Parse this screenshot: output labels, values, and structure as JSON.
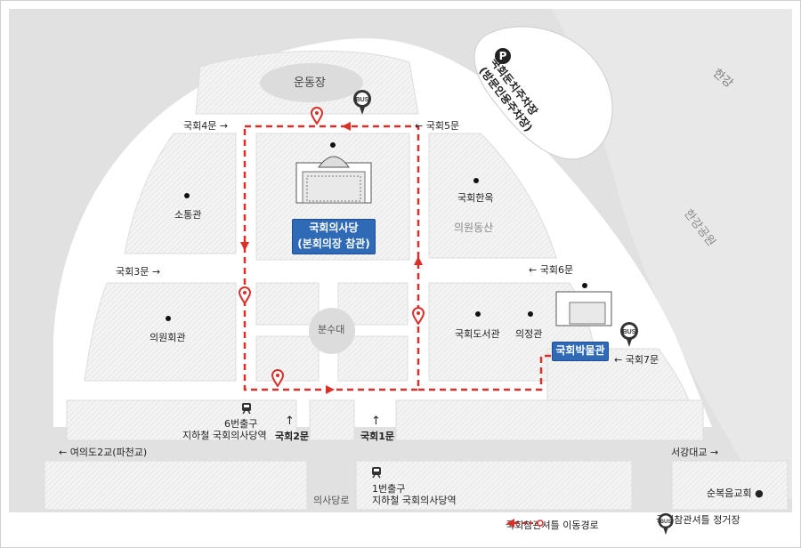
{
  "map": {
    "labels": {
      "stadium": "운동장",
      "parking": "국회둔치주차장\n(방문인용주차장)",
      "han_river": "한강",
      "han_park": "한강공원",
      "gate4": "국회4문 →",
      "gate5": "← 국회5문",
      "gate3": "국회3문 →",
      "gate6": "← 국회6문",
      "gate7": "← 국회7문",
      "gate2": "국회2문",
      "gate1": "국회1문",
      "sotong": "소통관",
      "hanok": "국회한옥",
      "hill": "의원동산",
      "members_hall": "의원회관",
      "fountain": "분수대",
      "library": "국회도서관",
      "speaker": "의정관",
      "exit6_line1": "6번출구",
      "exit6_line2": "지하철 국회의사당역",
      "exit1_line1": "1번출구",
      "exit1_line2": "지하철 국회의사당역",
      "bridge": "←  여의도2교(파천교)",
      "seogang": "서강대교  →",
      "uisadang_ro": "의사당로",
      "church": "순복음교회 ●",
      "arrow_up": "↑"
    },
    "boxes": {
      "assembly_line1": "국회의사당",
      "assembly_line2": "(본회의장 참관)",
      "museum": "국회박물관"
    },
    "icons": {
      "parking": "parking-icon",
      "bus": "bus-stop-icon",
      "pin": "location-pin-icon",
      "subway": "subway-icon"
    },
    "colors": {
      "route": "#d9302a",
      "box": "#2e6ab5",
      "block": "#f0f0f0",
      "road": "#d6d6d6"
    }
  },
  "legend": {
    "route": "국회참관셔틀 이동경로",
    "stop": "국회참관셔틀 정거장"
  }
}
